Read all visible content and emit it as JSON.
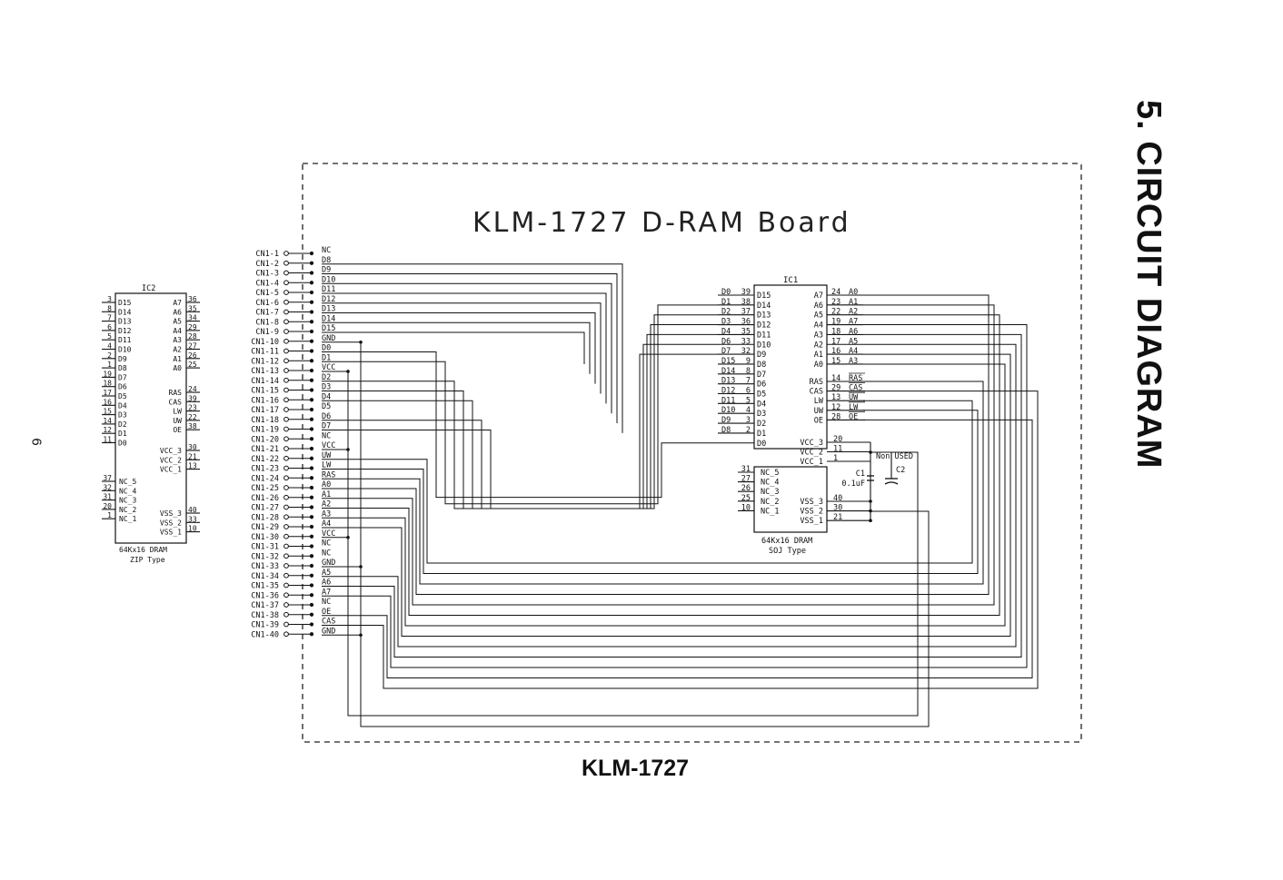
{
  "page": {
    "section_title": "5. CIRCUIT DIAGRAM",
    "page_number": "6",
    "caption": "KLM-1727"
  },
  "board": {
    "title": "KLM-1727     D-RAM Board"
  },
  "connector": {
    "pins": [
      "CN1-1",
      "CN1-2",
      "CN1-3",
      "CN1-4",
      "CN1-5",
      "CN1-6",
      "CN1-7",
      "CN1-8",
      "CN1-9",
      "CN1-10",
      "CN1-11",
      "CN1-12",
      "CN1-13",
      "CN1-14",
      "CN1-15",
      "CN1-16",
      "CN1-17",
      "CN1-18",
      "CN1-19",
      "CN1-20",
      "CN1-21",
      "CN1-22",
      "CN1-23",
      "CN1-24",
      "CN1-25",
      "CN1-26",
      "CN1-27",
      "CN1-28",
      "CN1-29",
      "CN1-30",
      "CN1-31",
      "CN1-32",
      "CN1-33",
      "CN1-34",
      "CN1-35",
      "CN1-36",
      "CN1-37",
      "CN1-38",
      "CN1-39",
      "CN1-40"
    ],
    "signals": [
      "NC",
      "D8",
      "D9",
      "D10",
      "D11",
      "D12",
      "D13",
      "D14",
      "D15",
      "GND",
      "D0",
      "D1",
      "VCC",
      "D2",
      "D3",
      "D4",
      "D5",
      "D6",
      "D7",
      "NC",
      "VCC",
      "UW",
      "LW",
      "RAS",
      "A0",
      "A1",
      "A2",
      "A3",
      "A4",
      "VCC",
      "NC",
      "NC",
      "GND",
      "A5",
      "A6",
      "A7",
      "NC",
      "OE",
      "CAS",
      "GND"
    ]
  },
  "ic1": {
    "name": "IC1",
    "left_pins": [
      {
        "num": "39",
        "ext": "D0",
        "sig": "D15"
      },
      {
        "num": "38",
        "ext": "D1",
        "sig": "D14"
      },
      {
        "num": "37",
        "ext": "D2",
        "sig": "D13"
      },
      {
        "num": "36",
        "ext": "D3",
        "sig": "D12"
      },
      {
        "num": "35",
        "ext": "D4",
        "sig": "D11"
      },
      {
        "num": "33",
        "ext": "D6",
        "sig": "D10"
      },
      {
        "num": "32",
        "ext": "D7",
        "sig": "D9"
      },
      {
        "num": "9",
        "ext": "D15",
        "sig": "D8"
      },
      {
        "num": "8",
        "ext": "D14",
        "sig": "D7"
      },
      {
        "num": "7",
        "ext": "D13",
        "sig": "D6"
      },
      {
        "num": "6",
        "ext": "D12",
        "sig": "D5"
      },
      {
        "num": "5",
        "ext": "D11",
        "sig": "D4"
      },
      {
        "num": "4",
        "ext": "D10",
        "sig": "D3"
      },
      {
        "num": "3",
        "ext": "D9",
        "sig": "D2"
      },
      {
        "num": "2",
        "ext": "D8",
        "sig": "D1"
      },
      {
        "num": "",
        "ext": "",
        "sig": "D0"
      }
    ],
    "right_pins": [
      {
        "sig": "A7",
        "num": "24",
        "ext": "A0"
      },
      {
        "sig": "A6",
        "num": "23",
        "ext": "A1"
      },
      {
        "sig": "A5",
        "num": "22",
        "ext": "A2"
      },
      {
        "sig": "A4",
        "num": "19",
        "ext": "A7"
      },
      {
        "sig": "A3",
        "num": "18",
        "ext": "A6"
      },
      {
        "sig": "A2",
        "num": "17",
        "ext": "A5"
      },
      {
        "sig": "A1",
        "num": "16",
        "ext": "A4"
      },
      {
        "sig": "A0",
        "num": "15",
        "ext": "A3"
      }
    ],
    "ctrl_pins": [
      {
        "sig": "RAS",
        "num": "14",
        "ext": "RAS"
      },
      {
        "sig": "CAS",
        "num": "29",
        "ext": "CAS"
      },
      {
        "sig": "LW",
        "num": "13",
        "ext": "UW"
      },
      {
        "sig": "UW",
        "num": "12",
        "ext": "LW"
      },
      {
        "sig": "OE",
        "num": "28",
        "ext": "OE"
      }
    ],
    "vcc_pins": [
      {
        "sig": "VCC_3",
        "num": "20"
      },
      {
        "sig": "VCC_2",
        "num": "11"
      },
      {
        "sig": "VCC_1",
        "num": "1"
      }
    ],
    "vss_pins": [
      {
        "sig": "VSS_3",
        "num": "40"
      },
      {
        "sig": "VSS_2",
        "num": "30"
      },
      {
        "sig": "VSS_1",
        "num": "21"
      }
    ],
    "nc_pins": [
      {
        "sig": "NC_5",
        "num": "31"
      },
      {
        "sig": "NC_4",
        "num": "27"
      },
      {
        "sig": "NC_3",
        "num": "26"
      },
      {
        "sig": "NC_2",
        "num": "25"
      },
      {
        "sig": "NC_1",
        "num": "10"
      }
    ],
    "label_line1": "64Kx16 DRAM",
    "label_line2": "SOJ Type"
  },
  "ic2": {
    "name": "IC2",
    "left_pins": [
      {
        "num": "3",
        "sig": "D15"
      },
      {
        "num": "8",
        "sig": "D14"
      },
      {
        "num": "7",
        "sig": "D13"
      },
      {
        "num": "6",
        "sig": "D12"
      },
      {
        "num": "5",
        "sig": "D11"
      },
      {
        "num": "4",
        "sig": "D10"
      },
      {
        "num": "2",
        "sig": "D9"
      },
      {
        "num": "1",
        "sig": "D8"
      },
      {
        "num": "19",
        "sig": "D7"
      },
      {
        "num": "18",
        "sig": "D6"
      },
      {
        "num": "17",
        "sig": "D5"
      },
      {
        "num": "16",
        "sig": "D4"
      },
      {
        "num": "15",
        "sig": "D3"
      },
      {
        "num": "14",
        "sig": "D2"
      },
      {
        "num": "12",
        "sig": "D1"
      },
      {
        "num": "11",
        "sig": "D0"
      }
    ],
    "right_pins": [
      {
        "sig": "A7",
        "num": "36"
      },
      {
        "sig": "A6",
        "num": "35"
      },
      {
        "sig": "A5",
        "num": "34"
      },
      {
        "sig": "A4",
        "num": "29"
      },
      {
        "sig": "A3",
        "num": "28"
      },
      {
        "sig": "A2",
        "num": "27"
      },
      {
        "sig": "A1",
        "num": "26"
      },
      {
        "sig": "A0",
        "num": "25"
      }
    ],
    "ctrl_pins": [
      {
        "sig": "RAS",
        "num": "24"
      },
      {
        "sig": "CAS",
        "num": "39"
      },
      {
        "sig": "LW",
        "num": "23"
      },
      {
        "sig": "UW",
        "num": "22"
      },
      {
        "sig": "OE",
        "num": "38"
      }
    ],
    "vcc_pins": [
      {
        "sig": "VCC_3",
        "num": "30"
      },
      {
        "sig": "VCC_2",
        "num": "21"
      },
      {
        "sig": "VCC_1",
        "num": "13"
      }
    ],
    "nc_pins": [
      {
        "sig": "NC_5",
        "num": "37"
      },
      {
        "sig": "NC_4",
        "num": "32"
      },
      {
        "sig": "NC_3",
        "num": "31"
      },
      {
        "sig": "NC_2",
        "num": "20"
      },
      {
        "sig": "NC_1",
        "num": "1"
      }
    ],
    "vss_pins": [
      {
        "sig": "VSS_3",
        "num": "40"
      },
      {
        "sig": "VSS_2",
        "num": "33"
      },
      {
        "sig": "VSS_1",
        "num": "10"
      }
    ],
    "label_line1": "64Kx16 DRAM",
    "label_line2": "ZIP Type"
  },
  "capacitors": {
    "c1_label": "C1",
    "c1_value": "0.1uF",
    "c2_label": "C2",
    "non_used": "Non USED"
  },
  "style": {
    "ink": "#111111",
    "background": "#ffffff"
  }
}
